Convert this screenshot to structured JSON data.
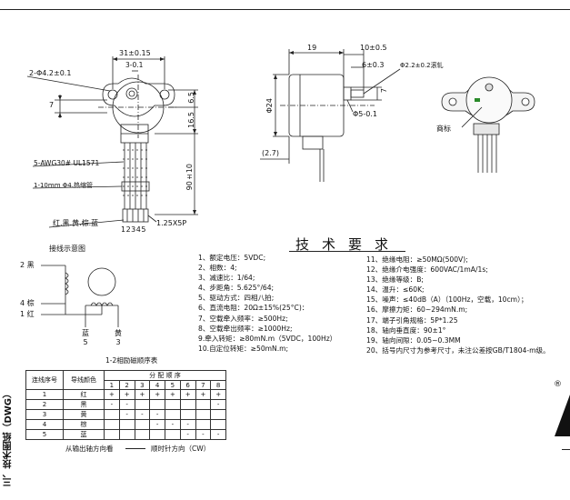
{
  "side_title": "三、技术图纸（DWG）",
  "front_view": {
    "dim_width": "31±0.15",
    "dim_hole_offset": "3-0.1",
    "dim_holes": "2-Φ4.2±0.1",
    "dim_left": "7",
    "dim_right_top": "6.5",
    "dim_right_body": "16.5",
    "dim_lead_length": "90±10",
    "wire_spec": "5-AWG30# UL1571",
    "sleeve_spec": "1-10mm  Φ4.热缩管",
    "colors_label": "红.黑.黄.棕.蓝",
    "connector_label": "1.25X5P",
    "pin_numbers": "12345"
  },
  "side_view": {
    "dim_19": "19",
    "dim_10": "10±0.5",
    "dim_shaft": "6±0.3",
    "dim_shaft_dia": "Φ2.2±0.2滚轧",
    "dim_body_dia": "Φ24",
    "dim_boss_dia": "Φ5-0.1",
    "dim_27": "(2.7)",
    "dim_7": "7"
  },
  "iso_view": {
    "label": "商标"
  },
  "schematic": {
    "title": "接线示意图",
    "pin2": "2 黑",
    "pin4": "4 棕",
    "pin1": "1 红",
    "pin5": "蓝\n5",
    "pin3": "黄\n3",
    "caption": "1-2相励磁顺序表"
  },
  "requirements": {
    "title": "技术要求",
    "left": [
      "1、额定电压：5VDC;",
      "2、相数：4;",
      "3、减速比：1/64;",
      "4、步距角：5.625°/64;",
      "5、驱动方式：四相八拍;",
      "6、直流电阻：20Ω±15%(25°C)：",
      "7、空载牵入频率：≥500Hz;",
      "8、空载牵出频率：≥1000Hz;",
      "9.牵入转矩：≥80mN.m（5VDC，100Hz）",
      "10.自定位转矩：≥50mN.m;"
    ],
    "right": [
      "11、绝缘电阻：≥50MΩ(500V);",
      "12、绝缘介电强度：600VAC/1mA/1s;",
      "13、绝缘等级：B;",
      "14、温升：≤60K;",
      "15、噪声：≤40dB（A）（100Hz，空载，10cm）；",
      "16、摩擦力矩：60~294mN.m;",
      "17、端子引角规格：5P*1.25",
      "18、轴向垂直度：90±1°",
      "19、轴向间隙：0.05~0.3MM",
      "20、括号内尺寸为参考尺寸，未注公差按GB/T1804-m级。"
    ]
  },
  "sequence_table": {
    "col_serial": "连线序号",
    "col_color": "导线颜色",
    "col_order": "分 配 顺 序",
    "steps": [
      "1",
      "2",
      "3",
      "4",
      "5",
      "6",
      "7",
      "8"
    ],
    "rows": [
      {
        "serial": "1",
        "color": "红",
        "marks": [
          "+",
          "+",
          "+",
          "+",
          "+",
          "+",
          "+",
          "+"
        ]
      },
      {
        "serial": "2",
        "color": "黑",
        "marks": [
          "-",
          "-",
          "",
          "",
          "",
          "",
          "",
          "-"
        ]
      },
      {
        "serial": "3",
        "color": "黄",
        "marks": [
          "",
          "-",
          "-",
          "-",
          "",
          "",
          "",
          ""
        ]
      },
      {
        "serial": "4",
        "color": "棕",
        "marks": [
          "",
          "",
          "",
          "-",
          "-",
          "-",
          "",
          ""
        ]
      },
      {
        "serial": "5",
        "color": "蓝",
        "marks": [
          "",
          "",
          "",
          "",
          "",
          "-",
          "-",
          "-"
        ]
      }
    ],
    "footer_left": "从输出轴方向看",
    "footer_right": "顺时针方向（CW）"
  },
  "right_edge": {
    "registered": "®"
  }
}
